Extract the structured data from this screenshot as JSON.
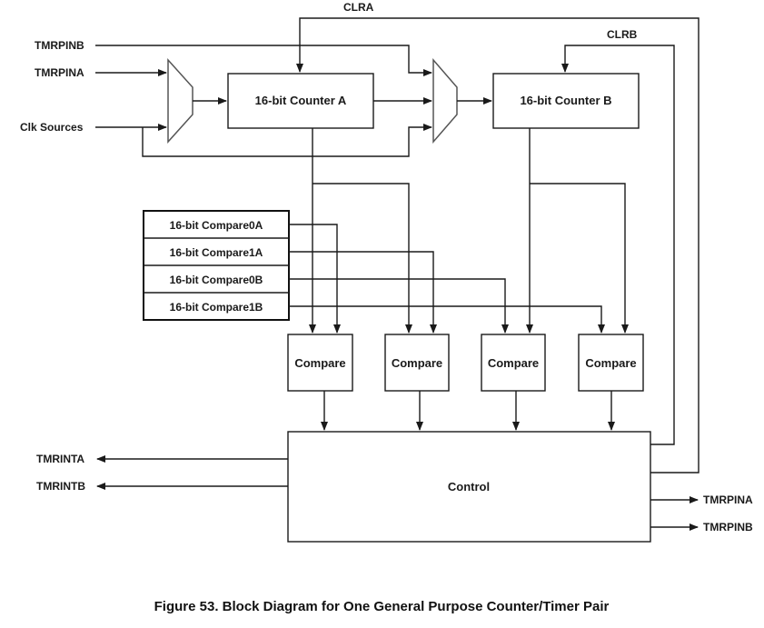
{
  "diagram": {
    "caption": "Figure 53. Block Diagram for One General Purpose Counter/Timer Pair",
    "signals": {
      "clra": "CLRA",
      "clrb": "CLRB",
      "tmrpinb_in": "TMRPINB",
      "tmrpina_in": "TMRPINA",
      "clk_sources": "Clk Sources",
      "tmrinta": "TMRINTA",
      "tmrintb": "TMRINTB",
      "tmrpina_out": "TMRPINA",
      "tmrpinb_out": "TMRPINB"
    },
    "blocks": {
      "counter_a": "16-bit Counter A",
      "counter_b": "16-bit Counter B",
      "control": "Control"
    },
    "compare_registers": [
      "16-bit Compare0A",
      "16-bit Compare1A",
      "16-bit Compare0B",
      "16-bit Compare1B"
    ],
    "compare_blocks": [
      "Compare",
      "Compare",
      "Compare",
      "Compare"
    ]
  }
}
